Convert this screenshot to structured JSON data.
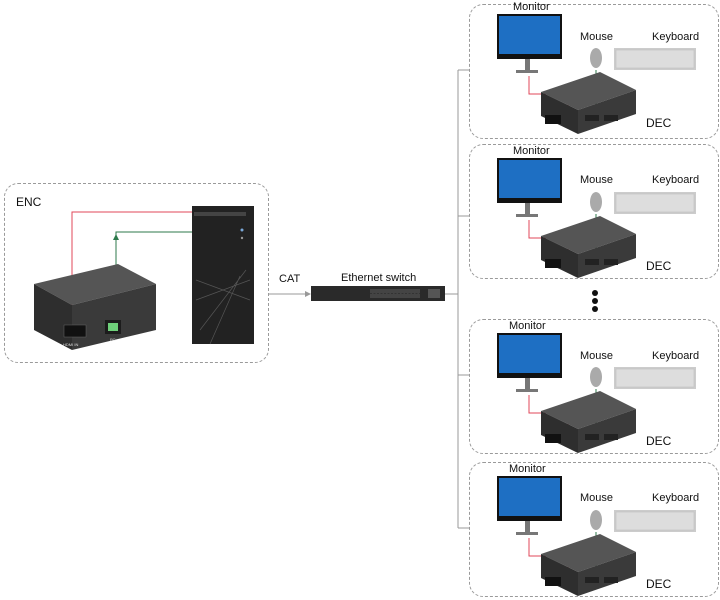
{
  "enc": {
    "title": "ENC",
    "port_hdmi_in": "HDMI IN",
    "port_pc": "PC"
  },
  "link": {
    "cable_label": "CAT",
    "switch_label": "Ethernet switch"
  },
  "decoders": [
    {
      "monitor": "Monitor",
      "mouse": "Mouse",
      "keyboard": "Keyboard",
      "dec": "DEC"
    },
    {
      "monitor": "Monitor",
      "mouse": "Mouse",
      "keyboard": "Keyboard",
      "dec": "DEC"
    },
    {
      "monitor": "Monitor",
      "mouse": "Mouse",
      "keyboard": "Keyboard",
      "dec": "DEC"
    },
    {
      "monitor": "Monitor",
      "mouse": "Mouse",
      "keyboard": "Keyboard",
      "dec": "DEC"
    }
  ],
  "colors": {
    "hdmi_line": "#e0475a",
    "usb_line": "#2d7a4b",
    "device_body": "#3a3a3a",
    "frame": "#9a9a9a"
  }
}
